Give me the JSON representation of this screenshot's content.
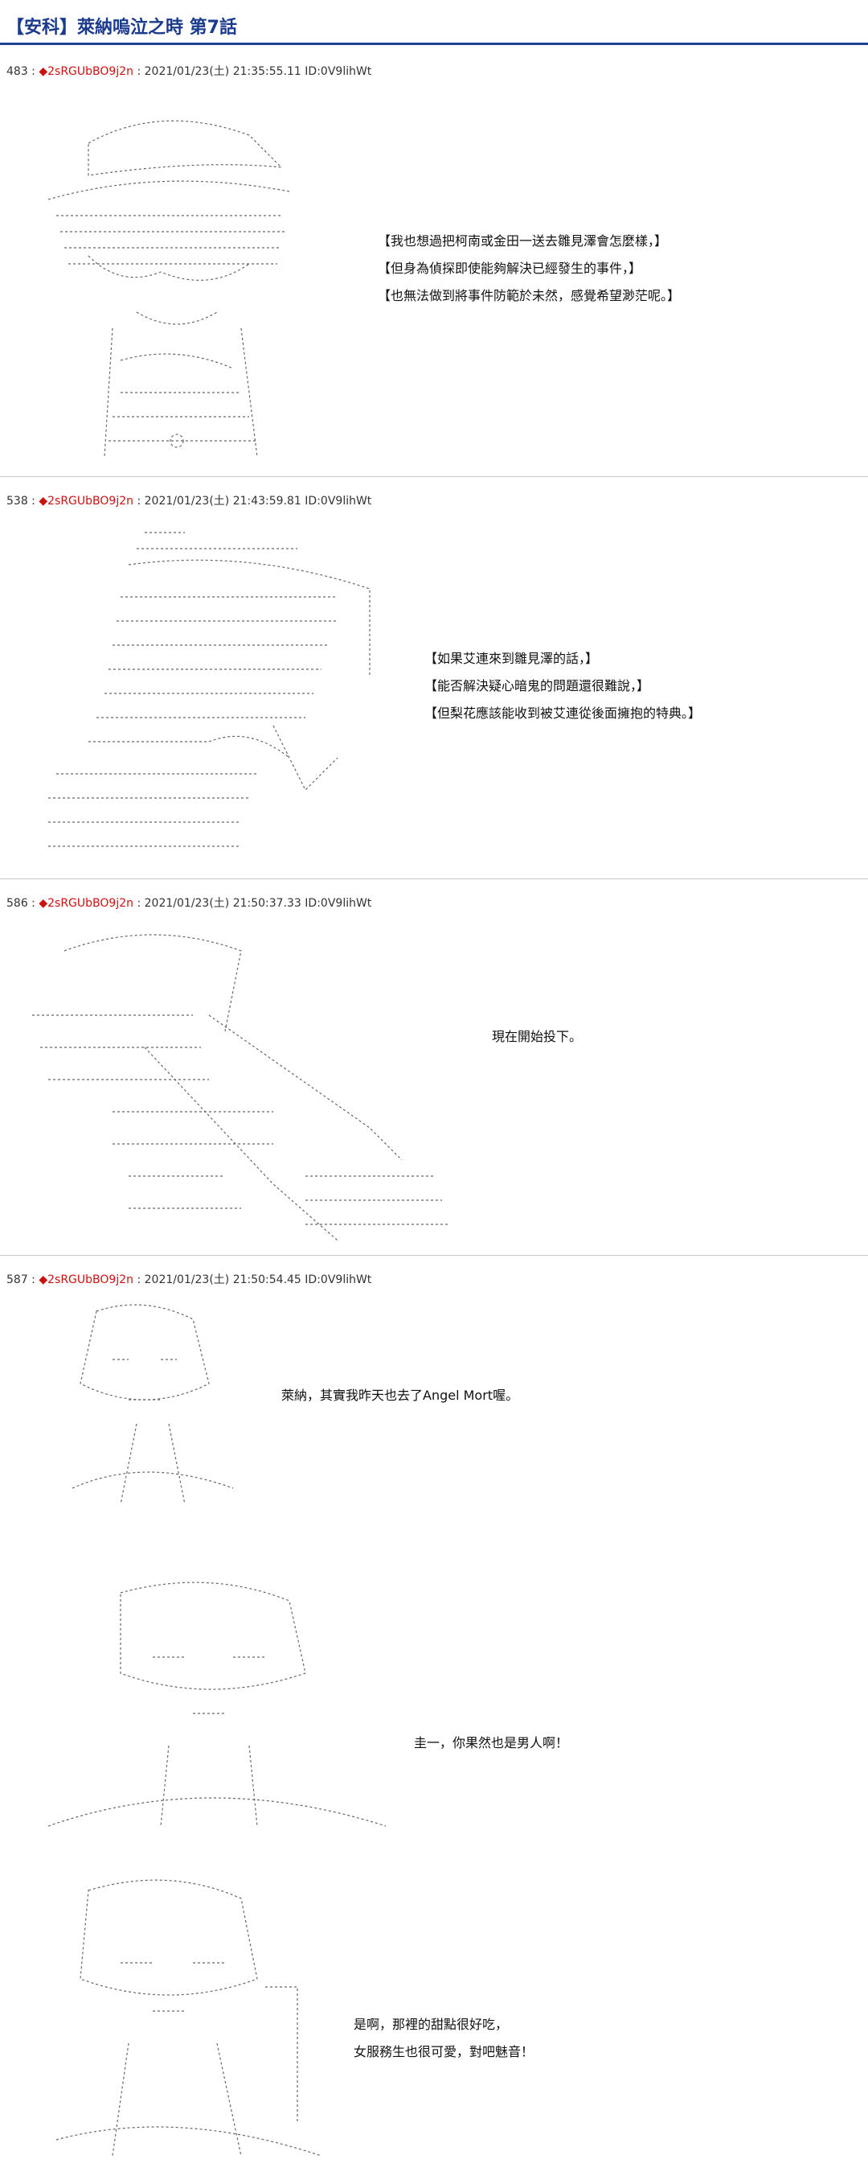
{
  "title": "【安科】萊納嗚泣之時 第7話",
  "posts": [
    {
      "number": "483",
      "trip": "◆2sRGUbBO9j2n",
      "date": "2021/01/23(土) 21:35:55.11",
      "id": "ID:0V9lihWt",
      "lines": [
        "【我也想過把柯南或金田一送去雛見澤會怎麼樣，】",
        "【但身為偵探即使能夠解決已經發生的事件，】",
        "【也無法做到將事件防範於未然，感覺希望渺茫呢。】"
      ]
    },
    {
      "number": "538",
      "trip": "◆2sRGUbBO9j2n",
      "date": "2021/01/23(土) 21:43:59.81",
      "id": "ID:0V9lihWt",
      "lines": [
        "【如果艾連來到雛見澤的話，】",
        "【能否解決疑心暗鬼的問題還很難說，】",
        "【但梨花應該能收到被艾連從後面擁抱的特典。】"
      ]
    },
    {
      "number": "586",
      "trip": "◆2sRGUbBO9j2n",
      "date": "2021/01/23(土) 21:50:37.33",
      "id": "ID:0V9lihWt",
      "lines": [
        "現在開始投下。"
      ]
    },
    {
      "number": "587",
      "trip": "◆2sRGUbBO9j2n",
      "date": "2021/01/23(土) 21:50:54.45",
      "id": "ID:0V9lihWt",
      "blocks": [
        [
          "萊納，其實我昨天也去了Angel Mort喔。"
        ],
        [
          "圭一，你果然也是男人啊！"
        ],
        [
          "是啊，那裡的甜點很好吃，",
          "女服務生也很可愛，對吧魅音！"
        ]
      ]
    }
  ]
}
